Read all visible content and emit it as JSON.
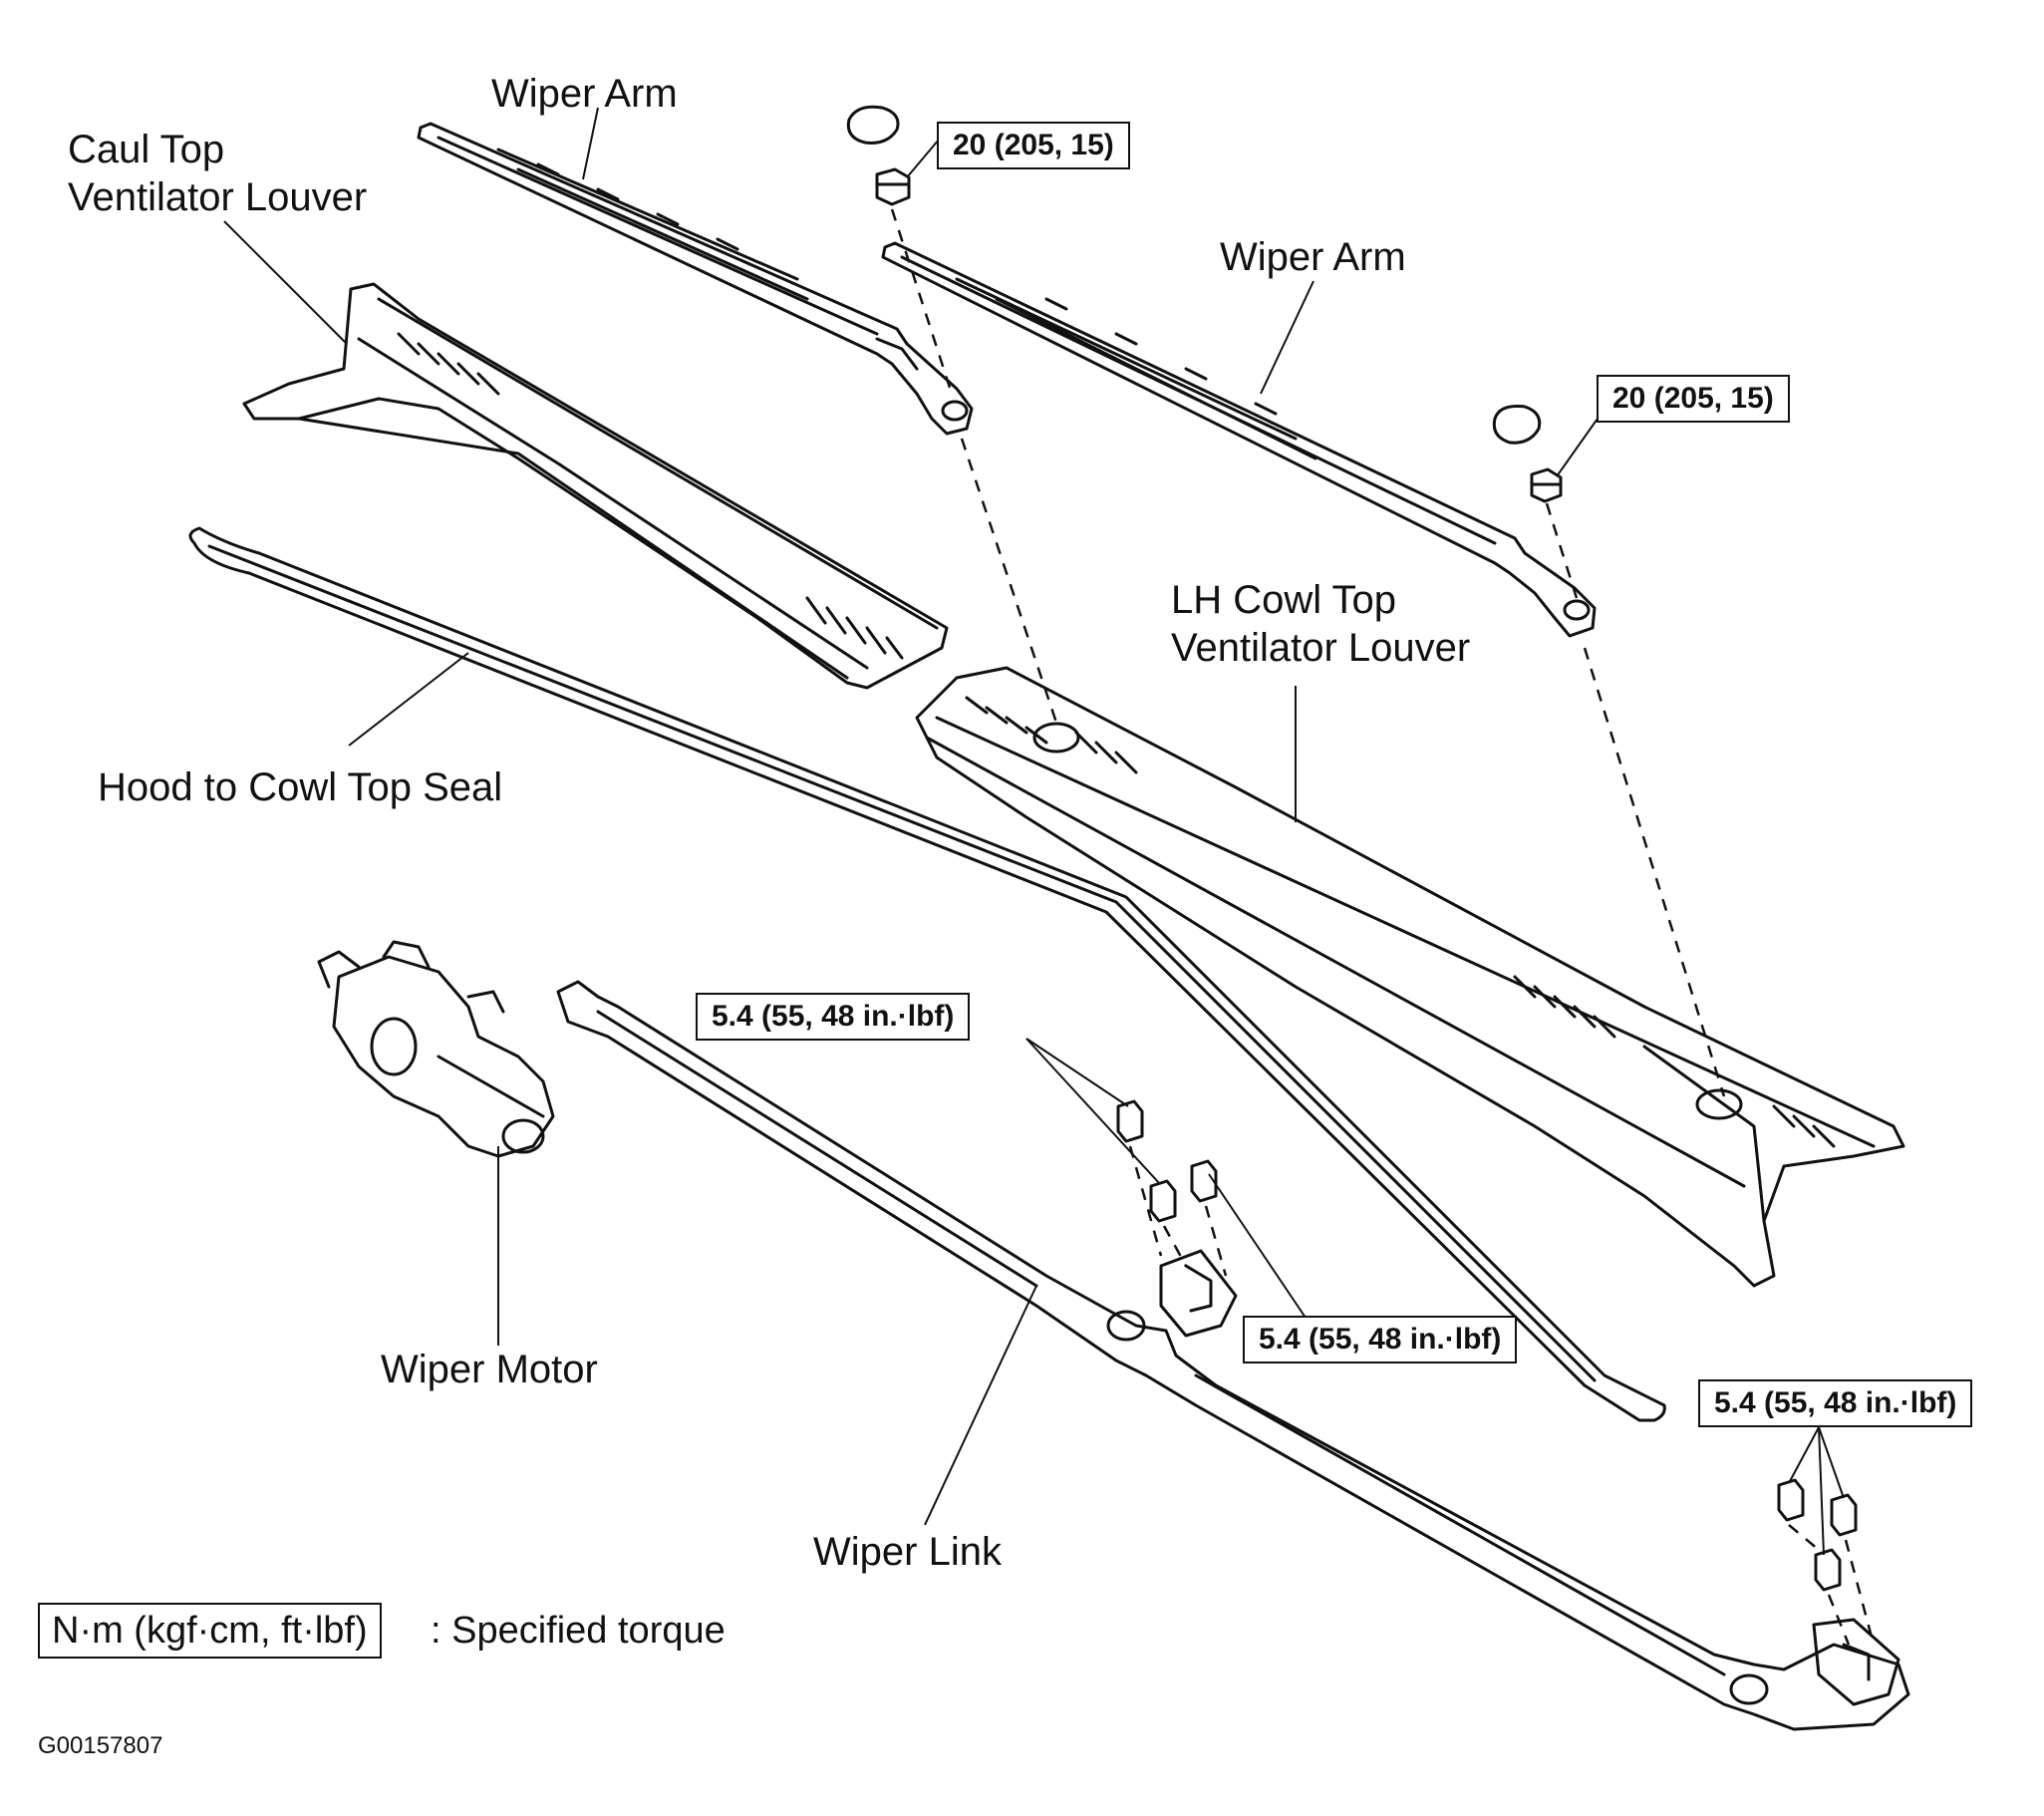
{
  "labels": {
    "wiper_arm_upper": "Wiper Arm",
    "cowl_louver_line1": "Caul Top",
    "cowl_louver_line2": "Ventilator Louver",
    "wiper_arm_right": "Wiper Arm",
    "lh_louver_line1": "LH Cowl Top",
    "lh_louver_line2": "Ventilator Louver",
    "hood_seal": "Hood to Cowl Top Seal",
    "wiper_motor": "Wiper Motor",
    "wiper_link": "Wiper Link"
  },
  "torque": {
    "nut_upper": "20 (205, 15)",
    "nut_right": "20 (205, 15)",
    "bolt_link_upper": "5.4 (55, 48 in.·lbf)",
    "bolt_link_mid": "5.4 (55, 48 in.·lbf)",
    "bolt_link_right": "5.4 (55, 48 in.·lbf)"
  },
  "legend": {
    "units": "N·m (kgf·cm, ft·lbf)",
    "meaning": ": Specified torque"
  },
  "figure_id": "G00157807",
  "colors": {
    "ink": "#111111",
    "paper": "#ffffff"
  }
}
